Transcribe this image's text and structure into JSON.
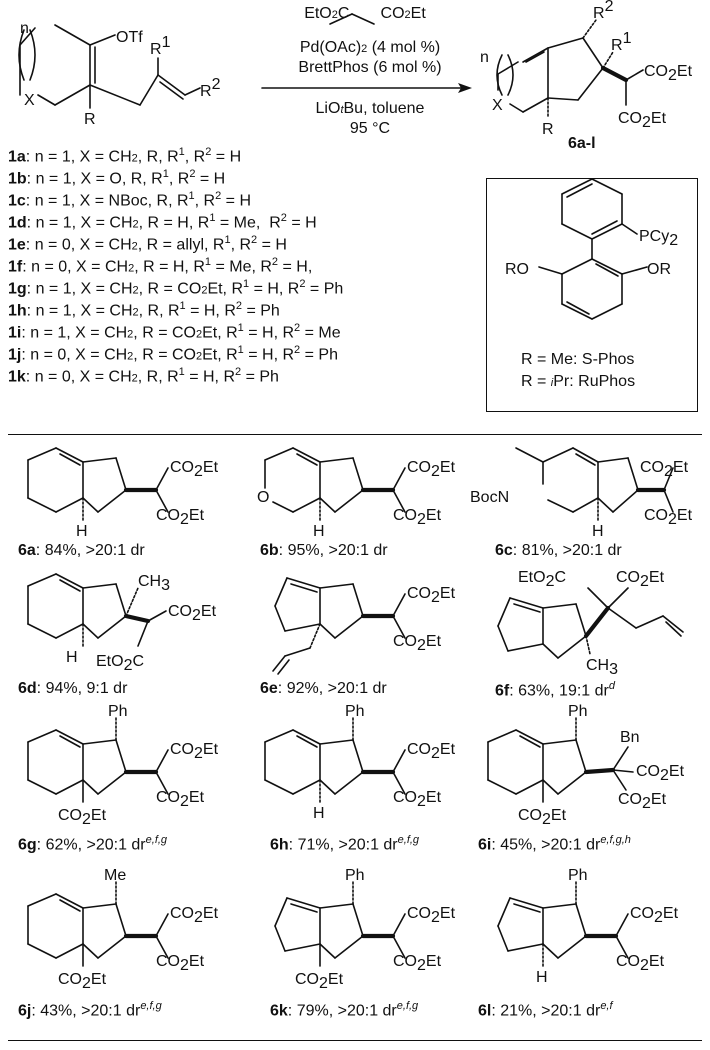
{
  "scheme": {
    "reagents": {
      "line1": "EtO2C    CO2Et",
      "line2": "Pd(OAc)2 (4 mol %)",
      "line3": "BrettPhos (6 mol %)",
      "line4": "LiOtBu, toluene",
      "line5": "95 °C"
    },
    "product_label": "6a-l",
    "sm_labels": {
      "otf": "OTf",
      "x": "X",
      "r": "R",
      "r1": "R1",
      "r2": "R2",
      "n": "n"
    },
    "substrates": [
      {
        "id": "1a",
        "desc": ": n = 1, X = CH2, R, R1, R2 = H"
      },
      {
        "id": "1b",
        "desc": ": n = 1, X = O, R, R1, R2 = H"
      },
      {
        "id": "1c",
        "desc": ": n = 1, X = NBoc, R, R1, R2 = H"
      },
      {
        "id": "1d",
        "desc": ": n = 1, X = CH2, R = H, R1 = Me,  R2 = H"
      },
      {
        "id": "1e",
        "desc": ": n = 0, X = CH2, R = allyl, R1, R2 = H"
      },
      {
        "id": "1f",
        "desc": ": n = 0, X = CH2, R = H, R1 = Me, R2 = H,"
      },
      {
        "id": "1g",
        "desc": ": n = 1, X = CH2, R = CO2Et, R1 = H, R2 = Ph"
      },
      {
        "id": "1h",
        "desc": ": n = 1, X = CH2, R, R1 = H, R2 = Ph"
      },
      {
        "id": "1i",
        "desc": ": n = 1, X = CH2, R = CO2Et, R1 = H, R2 = Me"
      },
      {
        "id": "1j",
        "desc": ": n = 0, X = CH2, R = CO2Et, R1 = H, R2 = Ph"
      },
      {
        "id": "1k",
        "desc": ": n = 0, X = CH2, R, R1 = H, R2 = Ph"
      }
    ],
    "ligand_box": {
      "pcy2": "PCy2",
      "ro": "RO",
      "or": "OR",
      "line1": "R = Me: S-Phos",
      "line2": "R = iPr: RuPhos"
    }
  },
  "products": [
    {
      "id": "6a",
      "result": ": 84%, >20:1 dr",
      "note": ""
    },
    {
      "id": "6b",
      "result": ": 95%, >20:1 dr",
      "note": ""
    },
    {
      "id": "6c",
      "result": ": 81%, >20:1 dr",
      "note": ""
    },
    {
      "id": "6d",
      "result": ": 94%, 9:1 dr",
      "note": ""
    },
    {
      "id": "6e",
      "result": ": 92%, >20:1 dr",
      "note": ""
    },
    {
      "id": "6f",
      "result": ": 63%, 19:1 dr",
      "note": "d"
    },
    {
      "id": "6g",
      "result": ": 62%, >20:1 dr",
      "note": "e,f,g"
    },
    {
      "id": "6h",
      "result": ": 71%, >20:1 dr",
      "note": "e,f,g"
    },
    {
      "id": "6i",
      "result": ": 45%, >20:1 dr",
      "note": "e,f,g,h"
    },
    {
      "id": "6j",
      "result": ": 43%, >20:1 dr",
      "note": "e,f,g"
    },
    {
      "id": "6k",
      "result": ": 79%, >20:1 dr",
      "note": "e,f,g"
    },
    {
      "id": "6l",
      "result": ": 21%, >20:1 dr",
      "note": "e,f"
    }
  ],
  "labels": {
    "co2et": "CO2Et",
    "eto2c": "EtO2C",
    "h": "H",
    "ph": "Ph",
    "me": "Me",
    "bn": "Bn",
    "ch3": "CH3",
    "bocn": "BocN",
    "o": "O"
  }
}
